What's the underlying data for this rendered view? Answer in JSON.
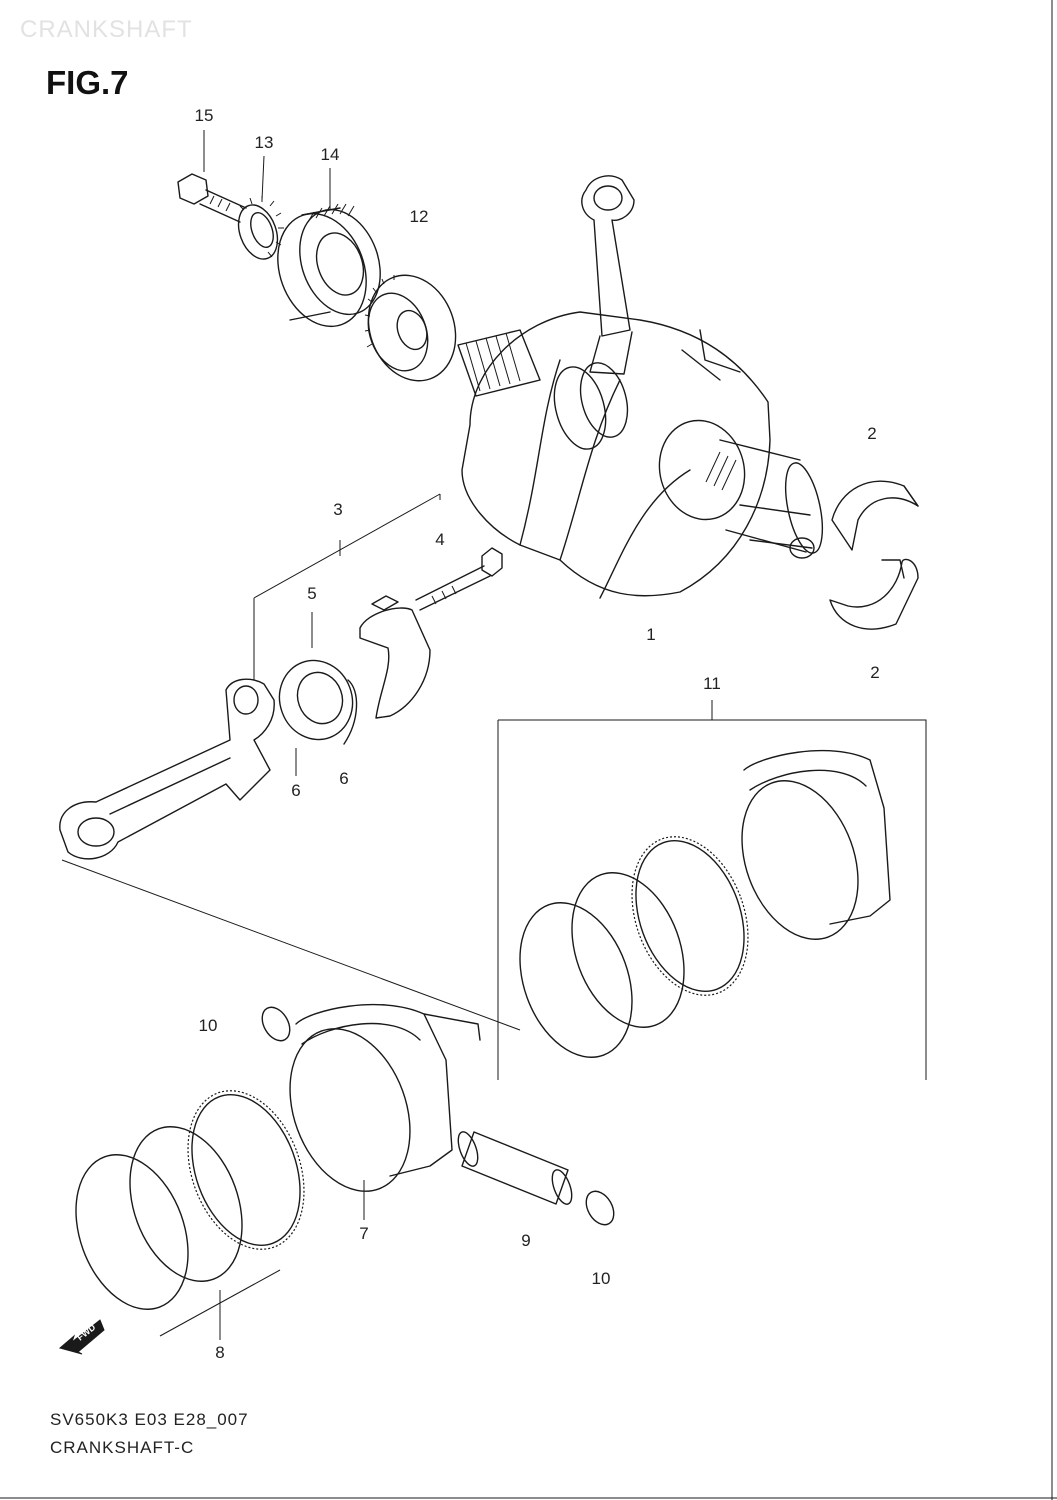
{
  "header": {
    "watermark": "CRANKSHAFT",
    "figure_title": "FIG.7"
  },
  "callouts": [
    {
      "id": "15",
      "label": "15"
    },
    {
      "id": "13",
      "label": "13"
    },
    {
      "id": "14",
      "label": "14"
    },
    {
      "id": "12",
      "label": "12"
    },
    {
      "id": "2a",
      "label": "2"
    },
    {
      "id": "3",
      "label": "3"
    },
    {
      "id": "4",
      "label": "4"
    },
    {
      "id": "5",
      "label": "5"
    },
    {
      "id": "1",
      "label": "1"
    },
    {
      "id": "2b",
      "label": "2"
    },
    {
      "id": "11",
      "label": "11"
    },
    {
      "id": "6a",
      "label": "6"
    },
    {
      "id": "6b",
      "label": "6"
    },
    {
      "id": "10a",
      "label": "10"
    },
    {
      "id": "7",
      "label": "7"
    },
    {
      "id": "9",
      "label": "9"
    },
    {
      "id": "10b",
      "label": "10"
    },
    {
      "id": "8",
      "label": "8"
    }
  ],
  "fwd_marker": "FWD",
  "footer": {
    "code": "SV650K3 E03 E28_007",
    "name": "CRANKSHAFT-C"
  },
  "colors": {
    "line": "#1a1a1a",
    "background": "#ffffff",
    "watermark": "#e2e2e2"
  }
}
